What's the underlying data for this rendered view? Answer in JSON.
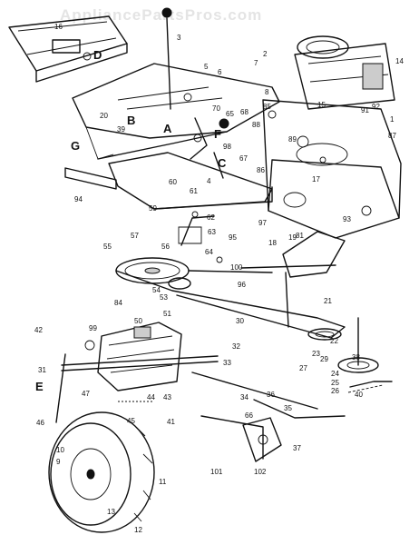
{
  "watermark": "AppliancePartsPros.com",
  "callouts": [
    "1",
    "2",
    "3",
    "4",
    "5",
    "6",
    "7",
    "8",
    "9",
    "10",
    "11",
    "12",
    "13",
    "14",
    "15",
    "16",
    "17",
    "18",
    "19",
    "20",
    "21",
    "22",
    "23",
    "24",
    "25",
    "26",
    "27",
    "29",
    "30",
    "31",
    "32",
    "33",
    "34",
    "35",
    "36",
    "37",
    "38",
    "39",
    "40",
    "41",
    "42",
    "43",
    "44",
    "45",
    "46",
    "47",
    "50",
    "51",
    "53",
    "54",
    "55",
    "56",
    "57",
    "59",
    "60",
    "61",
    "62",
    "63",
    "64",
    "65",
    "66",
    "67",
    "68",
    "70",
    "81",
    "84",
    "85",
    "86",
    "87",
    "88",
    "89",
    "91",
    "92",
    "93",
    "94",
    "95",
    "96",
    "97",
    "98",
    "99",
    "100",
    "101",
    "102"
  ],
  "letters": [
    "A",
    "B",
    "C",
    "D",
    "E",
    "F",
    "G"
  ]
}
